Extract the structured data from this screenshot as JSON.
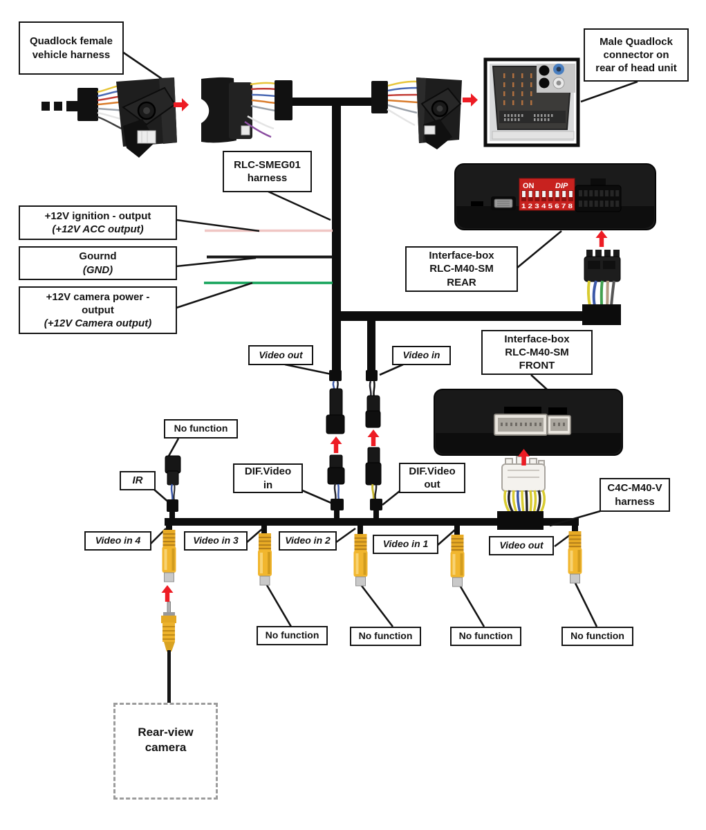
{
  "labels": {
    "quadlock_female": "Quadlock female\nvehicle harness",
    "male_quadlock": "Male Quadlock\nconnector on\nrear of head unit",
    "rlc_harness": "RLC-SMEG01\nharness",
    "ign_line1": "+12V ignition - output",
    "ign_line2": "(+12V ACC output)",
    "gnd_line1": "Gournd",
    "gnd_line2": "(GND)",
    "cam_line1": "+12V camera power -\noutput",
    "cam_line2": "(+12V Camera output)",
    "video_out_top": "Video out",
    "video_in_top": "Video in",
    "interface_rear": "Interface-box\nRLC-M40-SM\nREAR",
    "interface_front": "Interface-box\nRLC-M40-SM\nFRONT",
    "dif_video_in": "DIF.Video\nin",
    "dif_video_out": "DIF.Video\nout",
    "no_function": "No function",
    "ir": "IR",
    "video_in_4": "Video in 4",
    "video_in_3": "Video in 3",
    "video_in_2": "Video in 2",
    "video_in_1": "Video in 1",
    "video_out_bottom": "Video out",
    "c4c_harness": "C4C-M40-V\nharness",
    "rear_view_camera": "Rear-view\ncamera"
  },
  "interface_box": {
    "dip_on": "ON",
    "dip_brand": "DIP",
    "dip_numbers": "1 2 3 4 5 6 7 8"
  },
  "colors": {
    "arrow_red": "#ed1c24",
    "wire_ignition_pink": "#f0c6c4",
    "wire_ground_black": "#151515",
    "wire_camera_green": "#14a35a",
    "rca_yellow": "#f1b62e",
    "line_black": "#0d0d0d"
  }
}
